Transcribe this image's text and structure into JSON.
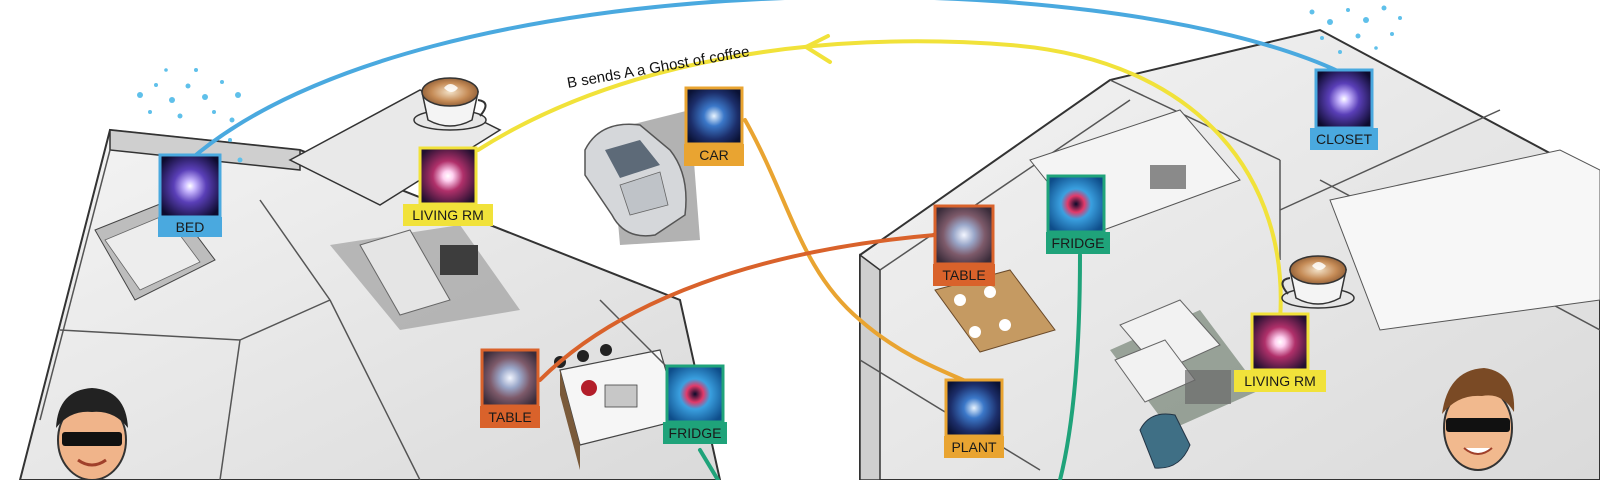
{
  "caption": "B sends A a Ghost of coffee",
  "colors": {
    "blue": "#4aa9df",
    "yellow": "#f1e23a",
    "orange": "#e9a431",
    "red": "#d9622b",
    "green": "#1fa37a"
  },
  "home_a": {
    "portals": [
      {
        "id": "bed",
        "label": "BED",
        "color": "blue",
        "icon": "wormhole-purple-icon"
      },
      {
        "id": "living",
        "label": "LIVING RM",
        "color": "yellow",
        "icon": "wormhole-red-icon"
      },
      {
        "id": "table",
        "label": "TABLE",
        "color": "red",
        "icon": "wormhole-tunnel-icon"
      },
      {
        "id": "fridge",
        "label": "FRIDGE",
        "color": "green",
        "icon": "wormhole-teal-icon"
      },
      {
        "id": "car",
        "label": "CAR",
        "color": "orange",
        "icon": "wormhole-blue-icon"
      }
    ],
    "avatar": "user-a-avatar"
  },
  "home_b": {
    "portals": [
      {
        "id": "closet",
        "label": "CLOSET",
        "color": "blue",
        "icon": "wormhole-purple-icon"
      },
      {
        "id": "living",
        "label": "LIVING RM",
        "color": "yellow",
        "icon": "wormhole-red-icon"
      },
      {
        "id": "table",
        "label": "TABLE",
        "color": "red",
        "icon": "wormhole-tunnel-icon"
      },
      {
        "id": "fridge",
        "label": "FRIDGE",
        "color": "green",
        "icon": "wormhole-teal-icon"
      },
      {
        "id": "plant",
        "label": "PLANT",
        "color": "orange",
        "icon": "wormhole-blue-icon"
      }
    ],
    "avatar": "user-b-avatar"
  }
}
